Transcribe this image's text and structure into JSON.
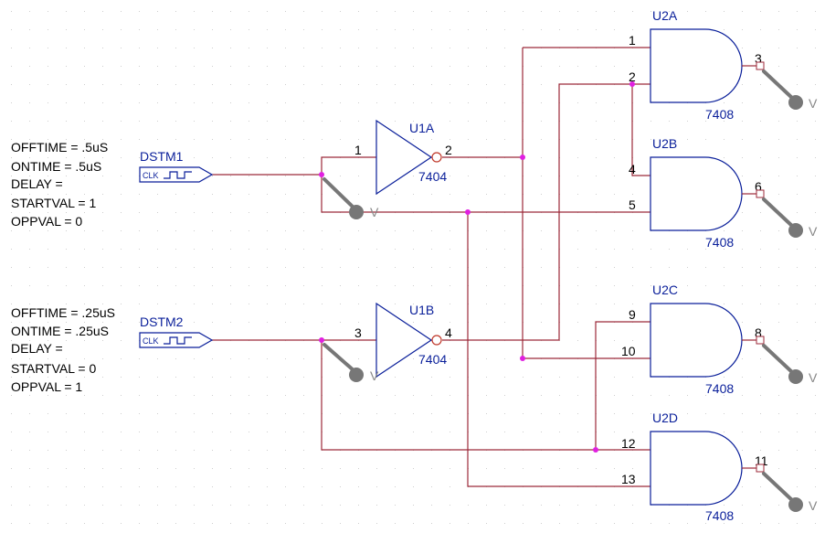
{
  "stimuli": [
    {
      "ref": "DSTM1",
      "clock_label": "CLK",
      "properties": [
        "OFFTIME = .5uS",
        "ONTIME = .5uS",
        "DELAY =",
        "STARTVAL = 1",
        "OPPVAL = 0"
      ]
    },
    {
      "ref": "DSTM2",
      "clock_label": "CLK",
      "properties": [
        "OFFTIME = .25uS",
        "ONTIME = .25uS",
        "DELAY =",
        "STARTVAL = 0",
        "OPPVAL = 1"
      ]
    }
  ],
  "inverters": [
    {
      "ref": "U1A",
      "part": "7404",
      "in_pin": "1",
      "out_pin": "2"
    },
    {
      "ref": "U1B",
      "part": "7404",
      "in_pin": "3",
      "out_pin": "4"
    }
  ],
  "and_gates": [
    {
      "ref": "U2A",
      "part": "7408",
      "in_pins": [
        "1",
        "2"
      ],
      "out_pin": "3"
    },
    {
      "ref": "U2B",
      "part": "7408",
      "in_pins": [
        "4",
        "5"
      ],
      "out_pin": "6"
    },
    {
      "ref": "U2C",
      "part": "7408",
      "in_pins": [
        "9",
        "10"
      ],
      "out_pin": "8"
    },
    {
      "ref": "U2D",
      "part": "7408",
      "in_pins": [
        "12",
        "13"
      ],
      "out_pin": "11"
    }
  ],
  "probe_label": "V",
  "colors": {
    "wire": "#9c2a3a",
    "component": "#0a1f9a",
    "junction": "#e020e0",
    "probe": "#777777"
  }
}
